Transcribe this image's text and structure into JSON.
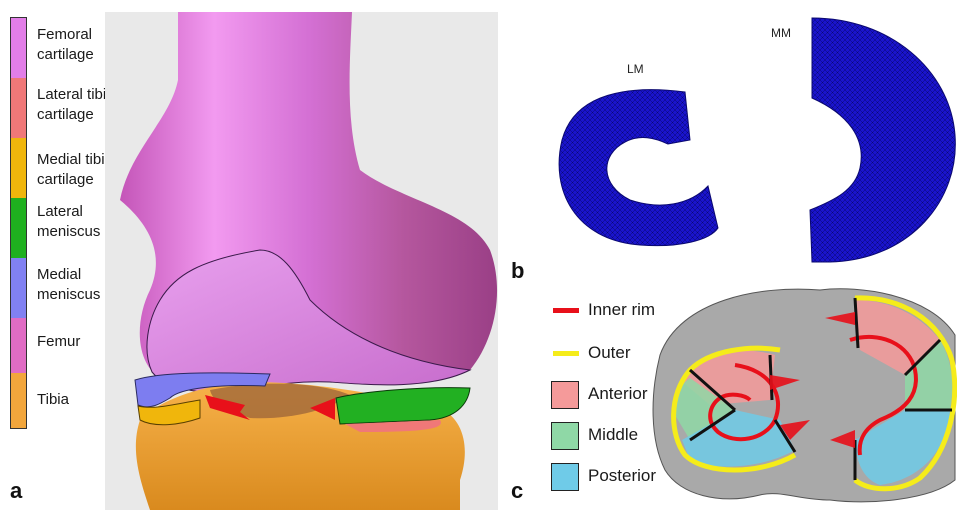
{
  "panel_a": {
    "letter": "a",
    "legend": [
      {
        "label": "Femoral\ncartilage",
        "color": "#e27ee8"
      },
      {
        "label": "Lateral tibial\ncartilage",
        "color": "#f07878"
      },
      {
        "label": "Medial tibial\ncartilage",
        "color": "#f0b60c"
      },
      {
        "label": "Lateral\nmeniscus",
        "color": "#1fb01f"
      },
      {
        "label": "Medial\nmeniscus",
        "color": "#8181f2"
      },
      {
        "label": "Femur",
        "color": "#e06cc4"
      },
      {
        "label": "Tibia",
        "color": "#f2a63c"
      }
    ]
  },
  "panel_b": {
    "letter": "b",
    "lm_label": "LM",
    "mm_label": "MM",
    "mesh_color": "#1a14cc"
  },
  "panel_c": {
    "letter": "c",
    "key": [
      {
        "label": "Inner rim",
        "kind": "line",
        "color": "#e8101a"
      },
      {
        "label": "Outer",
        "kind": "line",
        "color": "#f5ec1a"
      },
      {
        "label": "Anterior",
        "kind": "box",
        "color": "#f59a9a"
      },
      {
        "label": "Middle",
        "kind": "box",
        "color": "#8fd8a6"
      },
      {
        "label": "Posterior",
        "kind": "box",
        "color": "#6fcbe8"
      }
    ]
  }
}
